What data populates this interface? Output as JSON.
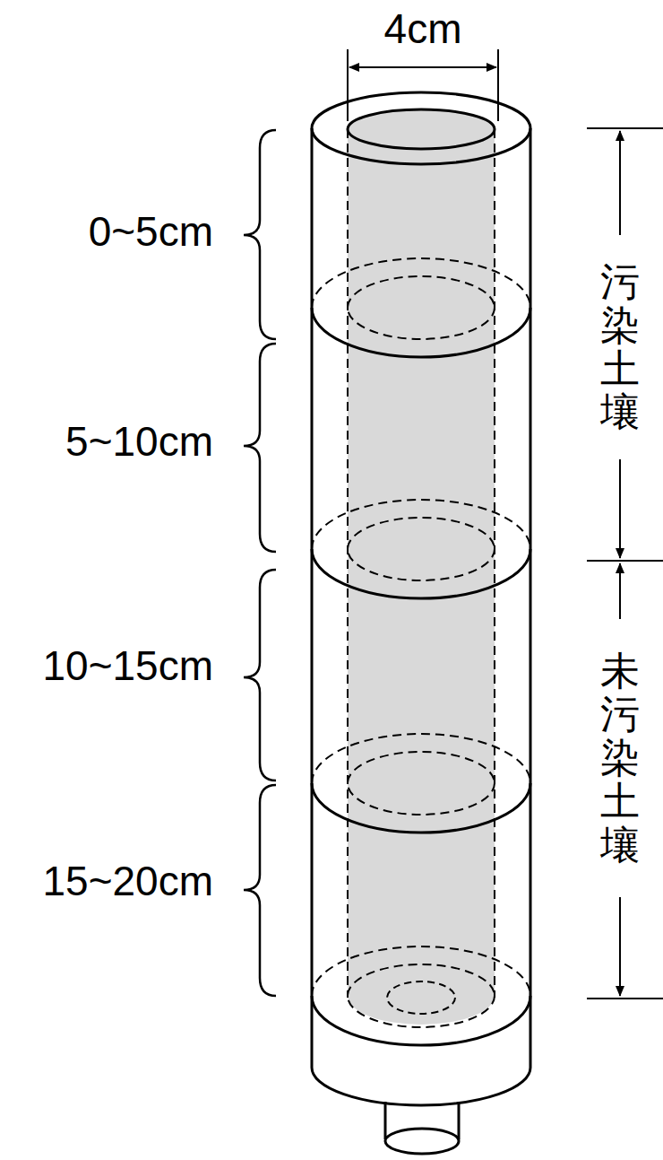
{
  "diagram": {
    "labels": [
      "4cm",
      "0~5cm",
      "5~10cm",
      "10~15cm",
      "15~20cm",
      "污染土壤",
      "未污染土壤"
    ]
  }
}
